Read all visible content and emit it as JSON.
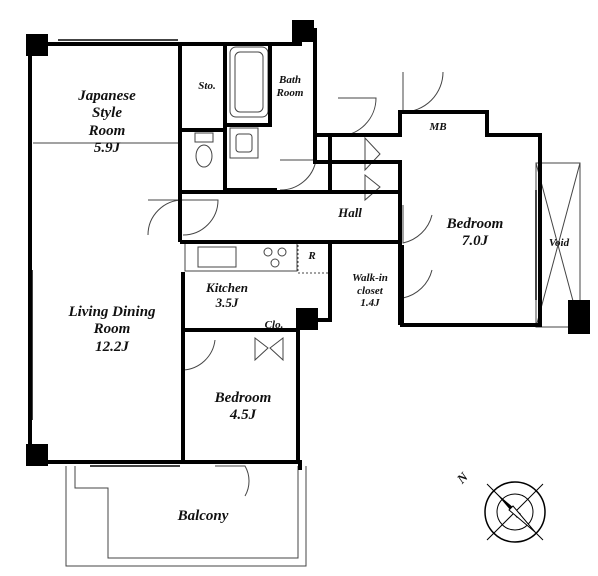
{
  "rooms": {
    "japanese": {
      "line1": "Japanese",
      "line2": "Style",
      "line3": "Room",
      "size": "5.9J"
    },
    "storage": {
      "label": "Sto."
    },
    "bath": {
      "line1": "Bath",
      "line2": "Room"
    },
    "mb": {
      "label": "MB"
    },
    "hall": {
      "label": "Hall"
    },
    "bedroom_main": {
      "name": "Bedroom",
      "size": "7.0J"
    },
    "void": {
      "label": "Void"
    },
    "refrigerator": {
      "label": "R"
    },
    "kitchen": {
      "name": "Kitchen",
      "size": "3.5J"
    },
    "walkin": {
      "line1": "Walk-in",
      "line2": "closet",
      "size": "1.4J"
    },
    "living": {
      "line1": "Living Dining",
      "line2": "Room",
      "size": "12.2J"
    },
    "closet": {
      "label": "Clo."
    },
    "bedroom_small": {
      "name": "Bedroom",
      "size": "4.5J"
    },
    "balcony": {
      "label": "Balcony"
    }
  },
  "compass": {
    "label": "N"
  },
  "colors": {
    "wall": "#000000",
    "line": "#333333",
    "background": "#ffffff"
  }
}
